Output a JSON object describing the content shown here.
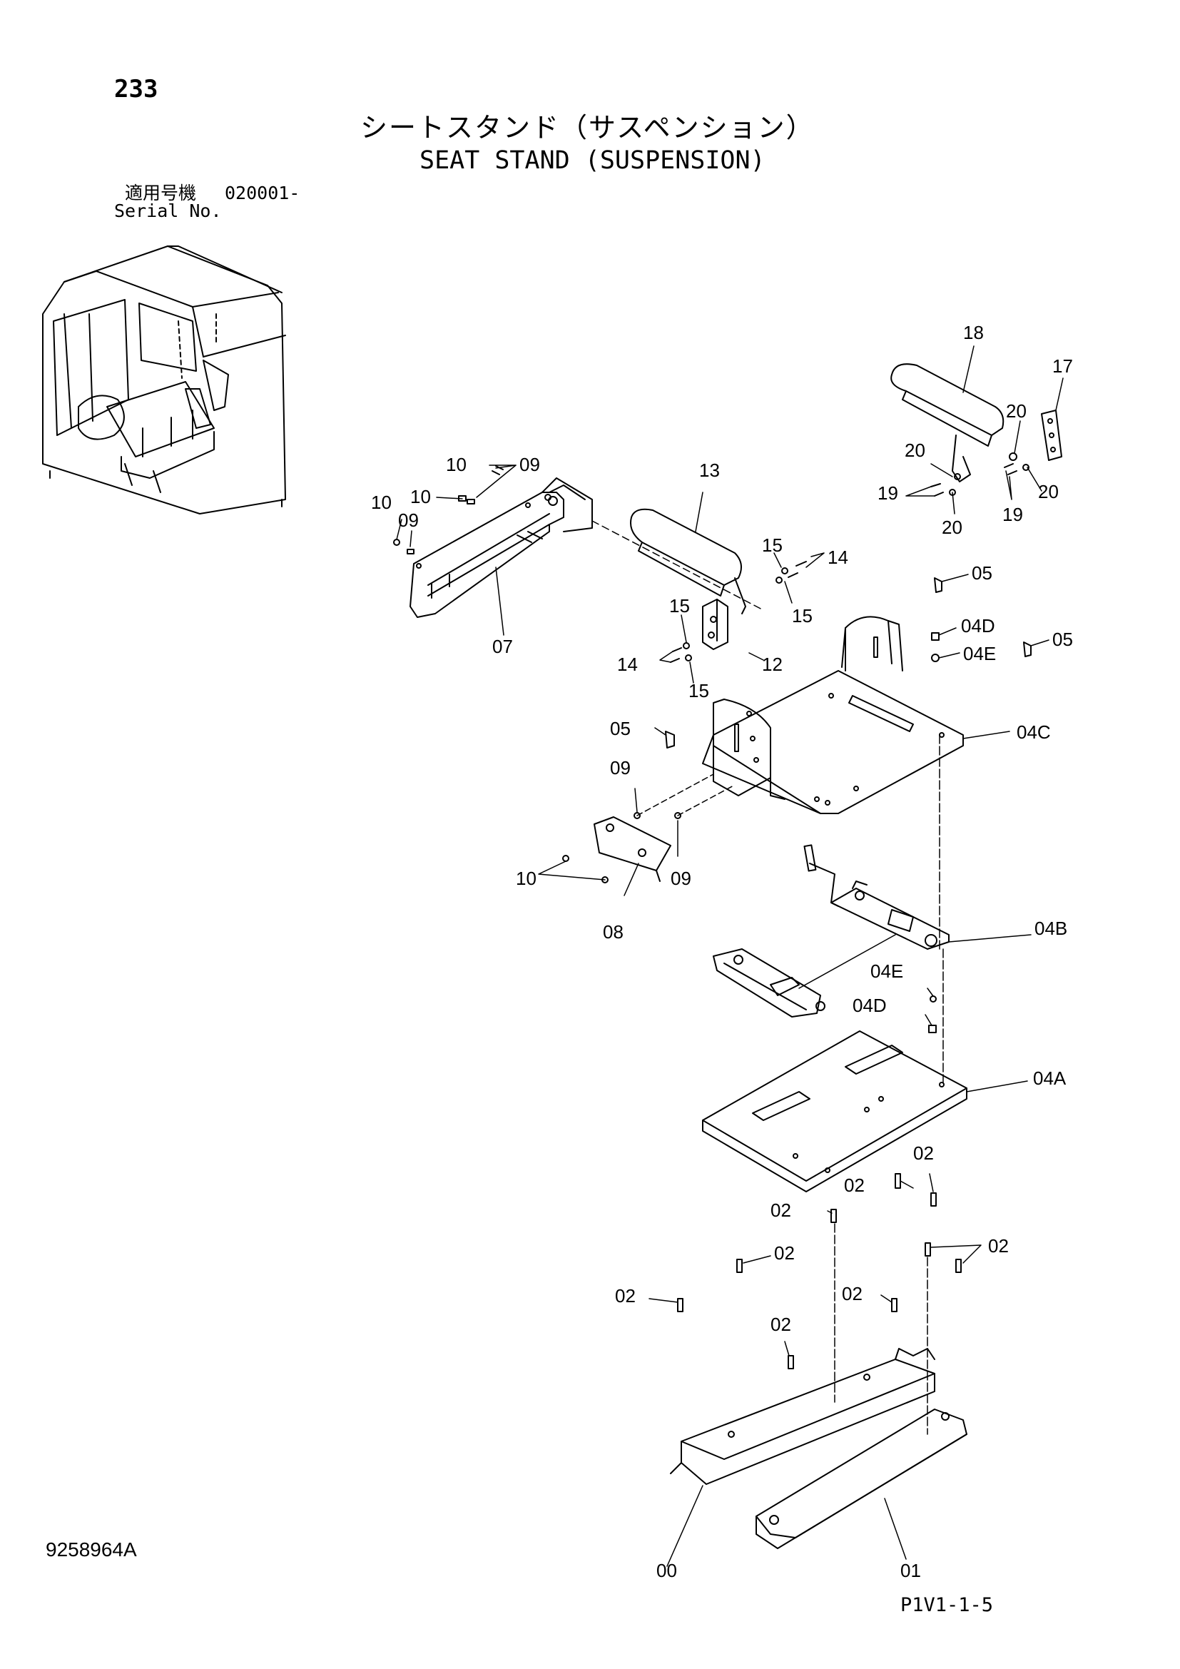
{
  "page": {
    "page_number": "233",
    "title_jp": "シートスタンド（サスペンション）",
    "title_en": "SEAT STAND (SUSPENSION)",
    "serial_jp": "適用号機",
    "serial_value": "020001-",
    "serial_en": "Serial No.",
    "document_code": "9258964A",
    "page_code": "P1V1-1-5"
  },
  "labels": {
    "l00": "00",
    "l01": "01",
    "l02": "02",
    "l04A": "04A",
    "l04B": "04B",
    "l04C": "04C",
    "l04D": "04D",
    "l04E": "04E",
    "l05": "05",
    "l07": "07",
    "l08": "08",
    "l09": "09",
    "l10": "10",
    "l12": "12",
    "l13": "13",
    "l14": "14",
    "l15": "15",
    "l17": "17",
    "l18": "18",
    "l19": "19",
    "l20": "20"
  }
}
